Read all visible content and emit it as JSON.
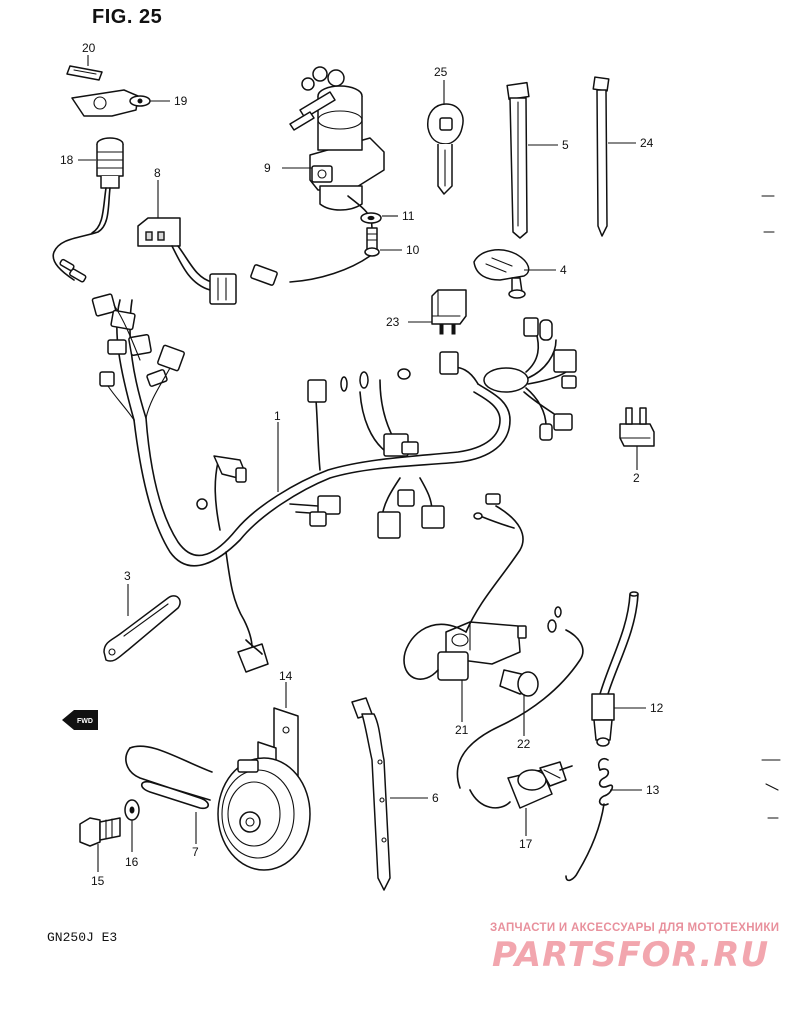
{
  "figure": {
    "title": "FIG. 25",
    "model_code": "GN250J  E3"
  },
  "watermark": {
    "tagline": "ЗАПЧАСТИ И АКСЕССУАРЫ ДЛЯ МОТОТЕХНИКИ",
    "logo_text": "PARTSFOR.RU"
  },
  "fwd_badge": "FWD",
  "callouts": {
    "c1": "1",
    "c2": "2",
    "c3": "3",
    "c4": "4",
    "c5": "5",
    "c6": "6",
    "c7": "7",
    "c8": "8",
    "c9": "9",
    "c10": "10",
    "c11": "11",
    "c12": "12",
    "c13": "13",
    "c14": "14",
    "c15": "15",
    "c16": "16",
    "c17": "17",
    "c18": "18",
    "c19": "19",
    "c20": "20",
    "c21": "21",
    "c22": "22",
    "c23": "23",
    "c24": "24",
    "c25": "25"
  }
}
